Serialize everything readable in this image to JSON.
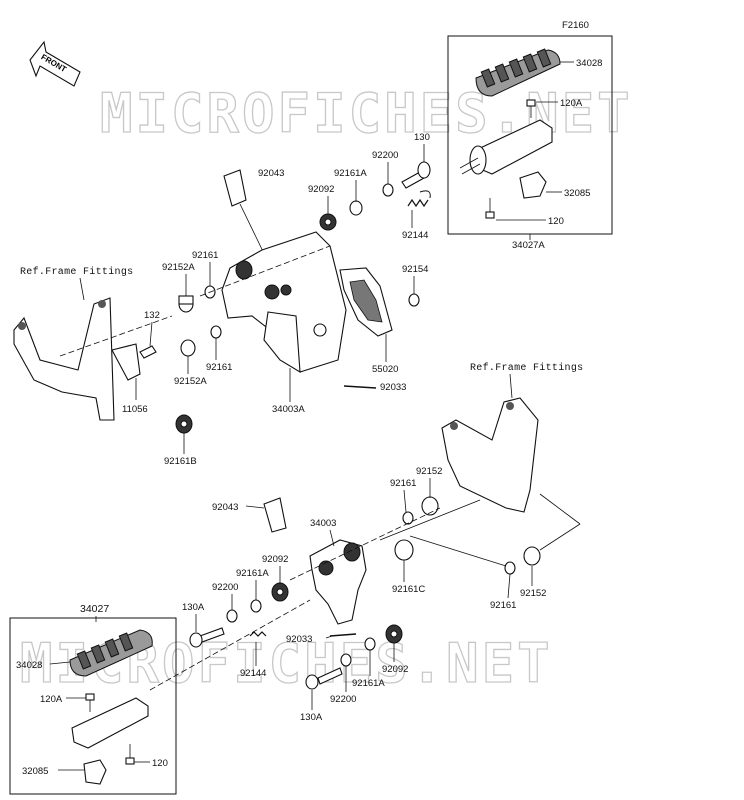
{
  "diagram_code": "F2160",
  "watermark": "MICROFICHES.NET",
  "front_arrow_label": "FRONT",
  "ref_frame_left": "Ref.Frame Fittings",
  "ref_frame_right": "Ref.Frame Fittings",
  "parts": {
    "p34028_top": "34028",
    "p120A_top": "120A",
    "p130_top": "130",
    "p32085_top": "32085",
    "p120_top": "120",
    "p34027A": "34027A",
    "p92200_top": "92200",
    "p92161A_top": "92161A",
    "p92092_top": "92092",
    "p92043_top": "92043",
    "p92144_top": "92144",
    "p92154": "92154",
    "p92161_a": "92161",
    "p92152A_a": "92152A",
    "p132": "132",
    "p11056": "11056",
    "p92152A_b": "92152A",
    "p92161_b": "92161",
    "p92161B": "92161B",
    "p55020": "55020",
    "p92033_top": "92033",
    "p34003A": "34003A",
    "p92152_r1": "92152",
    "p92161_r1": "92161",
    "p92043_bot": "92043",
    "p34003": "34003",
    "p92092_bot": "92092",
    "p92161A_bot": "92161A",
    "p92200_bot": "92200",
    "p130A_bot": "130A",
    "p92161C": "92161C",
    "p92161_r2": "92161",
    "p92152_r2": "92152",
    "p92033_bot": "92033",
    "p92144_bot": "92144",
    "p34027": "34027",
    "p34028_bot": "34028",
    "p120A_bot": "120A",
    "p120_bot": "120",
    "p32085_bot": "32085",
    "p92092_bot2": "92092",
    "p92161A_bot2": "92161A",
    "p92200_bot2": "92200",
    "p130A_bot2": "130A"
  }
}
